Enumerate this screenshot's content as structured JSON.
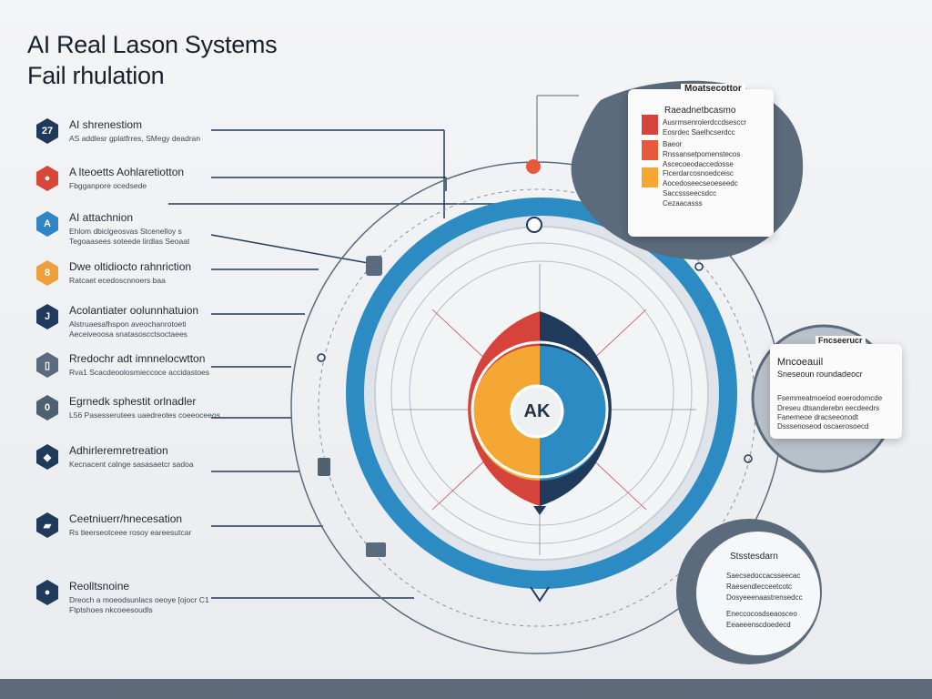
{
  "title": {
    "line1": "AI Real Lason Systems",
    "line2": "Fail rhulation"
  },
  "items": [
    {
      "icon": "number-icon",
      "glyph": "27",
      "color": "#1f3a5a",
      "label": "AI shrenestiom",
      "desc1": "AS  addlesr  gplatfrres, SMegy deadran",
      "desc2": ""
    },
    {
      "icon": "shield-icon",
      "glyph": "●",
      "color": "#d9463a",
      "label": "A  lteoetts  Aohlaretiotton",
      "desc1": "Fbgganpore  ocedsede",
      "desc2": ""
    },
    {
      "icon": "letter-a-icon",
      "glyph": "A",
      "color": "#2f86c4",
      "label": "AI  attachnion",
      "desc1": "Ehlom  dbiclgeosvas  Stcenelloy s",
      "desc2": "Tegoaasees  soteede  lirdlas  Seoaat"
    },
    {
      "icon": "box-icon",
      "glyph": "8",
      "color": "#f0a03a",
      "label": "Dwe  oltidiocto  rahnriction",
      "desc1": "Ratcaet  ecedoscnnoers  baa",
      "desc2": ""
    },
    {
      "icon": "letter-j-icon",
      "glyph": "J",
      "color": "#1f3a5a",
      "label": "Acolantiater  oolunnhatuion",
      "desc1": "Alstruaesafhspon  aveochanrotoeti",
      "desc2": "Aeceiveoosa  snatasoscctsoctaees"
    },
    {
      "icon": "doc-icon",
      "glyph": "▯",
      "color": "#5a6b7d",
      "label": "Rredochr  adt  imnnelocwtton",
      "desc1": "Rva1  Scacdeoolosmieccoce  accidastoes",
      "desc2": ""
    },
    {
      "icon": "lock-icon",
      "glyph": "0",
      "color": "#4f6070",
      "label": "Egrnedk  sphestit  orlnadler",
      "desc1": "L56  Pasesserutees  uaedreotes  coeeoceeos",
      "desc2": ""
    },
    {
      "icon": "diamond-icon",
      "glyph": "◆",
      "color": "#1f3a5a",
      "label": "Adhirleremretreation",
      "desc1": "Kecnacent  calnge  sasasaetcr  sadoa",
      "desc2": ""
    },
    {
      "icon": "flag-icon",
      "glyph": "▰",
      "color": "#1f3a5a",
      "label": "Ceetniuerr/hnecesation",
      "desc1": "Rs  tleerseotceee  rosoy  eareesutcar",
      "desc2": ""
    },
    {
      "icon": "pin-icon",
      "glyph": "●",
      "color": "#1f3a5a",
      "label": "Reolltsnoine",
      "desc1": "Dreoch  a  moeodsunlacs  oeoye  [ojocr  C1",
      "desc2": "Ftptshoes  nkcoeesoudls"
    }
  ],
  "center": {
    "label": "AK"
  },
  "callouts": {
    "top": {
      "header": "Moatsecottor",
      "title": "Raeadnetbcasmo",
      "lines": [
        "Ausrmsenrolerdccdsesccr",
        "Eosrdec  Saelhcserdcc",
        "Baeor",
        "Rnssansetpomenstecos",
        "Ascecoeodaccedosse",
        "Flcerdarcosnoedceisc",
        "Aocedoseecseoeseedc",
        "Saccssseecsdcc",
        "Cezaacasss"
      ],
      "colors": [
        "#d6433b",
        "#e8583a",
        "#f5a733"
      ]
    },
    "mid": {
      "header": "Fncseerucr",
      "title": "Mncoeauil",
      "sub": "Sneseoun  roundadeocr",
      "lines": [
        "Fsemmeatmoeiod  eoerodomcde",
        "Dreseu  dtsanderebn  eecdeedrs",
        "Fanemeoe  dracseeonodt",
        "Dsssenoseod  oscaerosoecd"
      ]
    },
    "bottom": {
      "title": "Stsstesdarn",
      "lines": [
        "Saecsedoccacsseecac",
        "Raesendlecceetcotc",
        "Dosyeeenaastrensedcc",
        "Eneccocosdseaosceo",
        "Eeaeeenscdoedecd"
      ]
    }
  },
  "colors": {
    "blue": "#2d8bc4",
    "navy": "#1f3a5a",
    "red": "#d6433b",
    "orange": "#f5a733",
    "ring": "#e1e5ea"
  }
}
